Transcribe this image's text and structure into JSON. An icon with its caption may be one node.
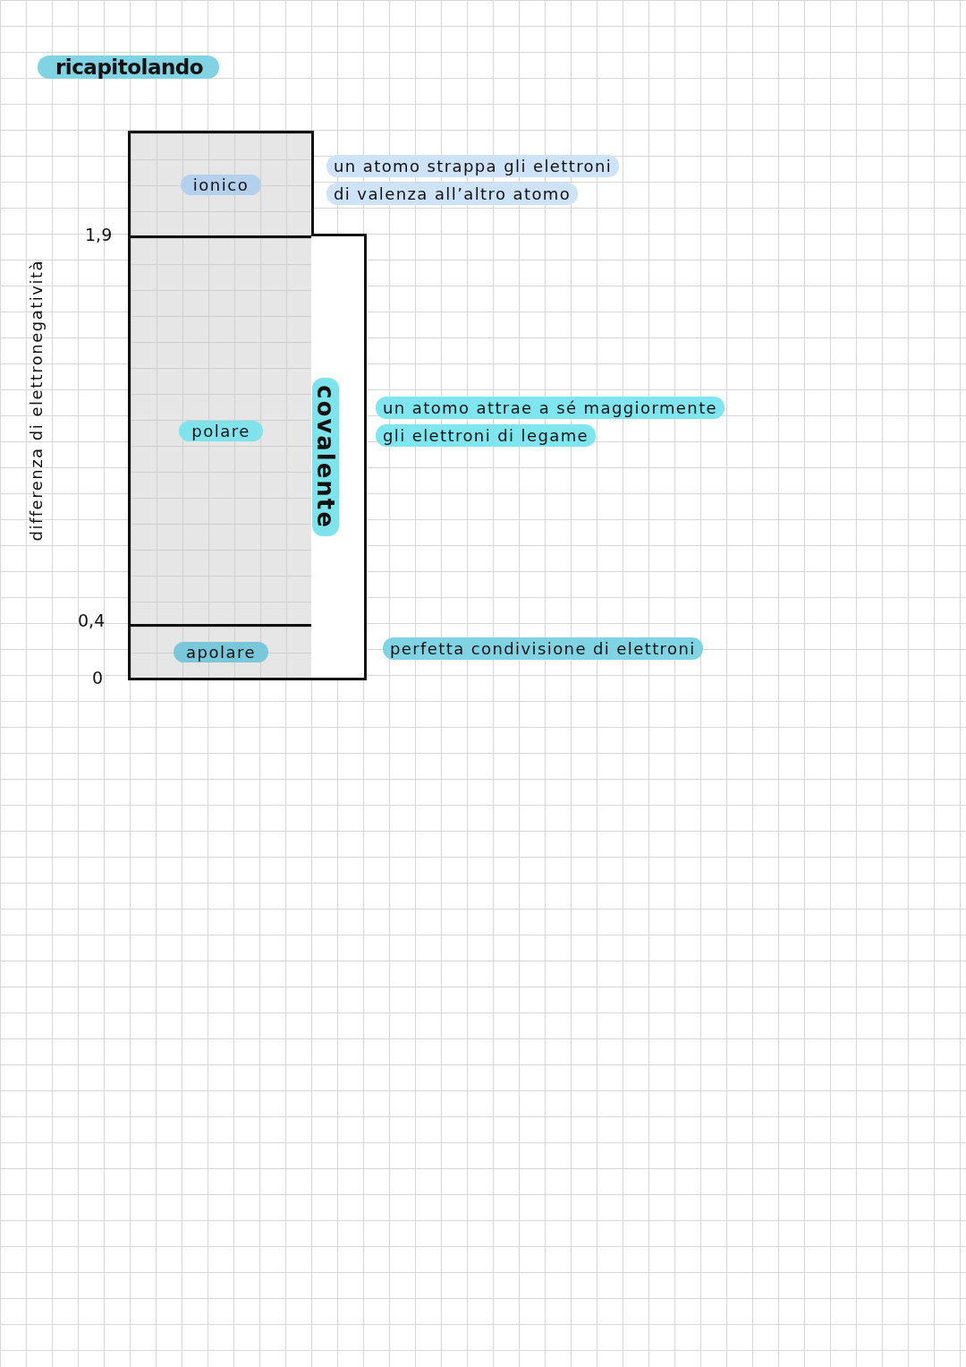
{
  "diagram": {
    "title": "ricapitolando",
    "nodes": [
      {
        "text": [
          "ionico"
        ]
      },
      {
        "text": [
          "polare"
        ]
      },
      {
        "text": [
          "apolare"
        ]
      },
      {
        "text": [
          "covalente"
        ]
      }
    ],
    "labels": [
      "un atomo strappa gli elettroni di valenza all’altro atomo",
      "1,9",
      "differenza di elettronegatività",
      "un atomo attrae a sé maggiormente gli elettroni di legame",
      "0,4",
      "perfetta condivisione di elettroni",
      "0"
    ]
  }
}
